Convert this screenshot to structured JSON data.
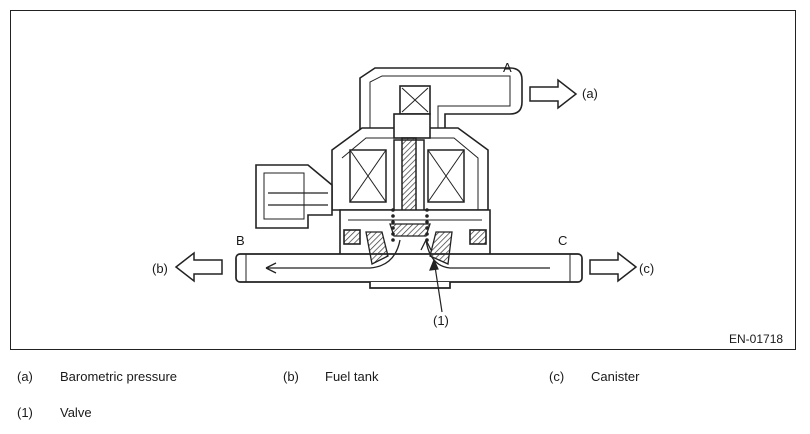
{
  "diagram": {
    "port_letters": {
      "a": "A",
      "b": "B",
      "c": "C"
    },
    "port_tags": {
      "a": "(a)",
      "b": "(b)",
      "c": "(c)"
    },
    "callout": "(1)",
    "figure_code": "EN-01718"
  },
  "legend": [
    {
      "key": "(a)",
      "text": "Barometric pressure"
    },
    {
      "key": "(b)",
      "text": "Fuel tank"
    },
    {
      "key": "(c)",
      "text": "Canister"
    },
    {
      "key": "(1)",
      "text": "Valve"
    }
  ]
}
